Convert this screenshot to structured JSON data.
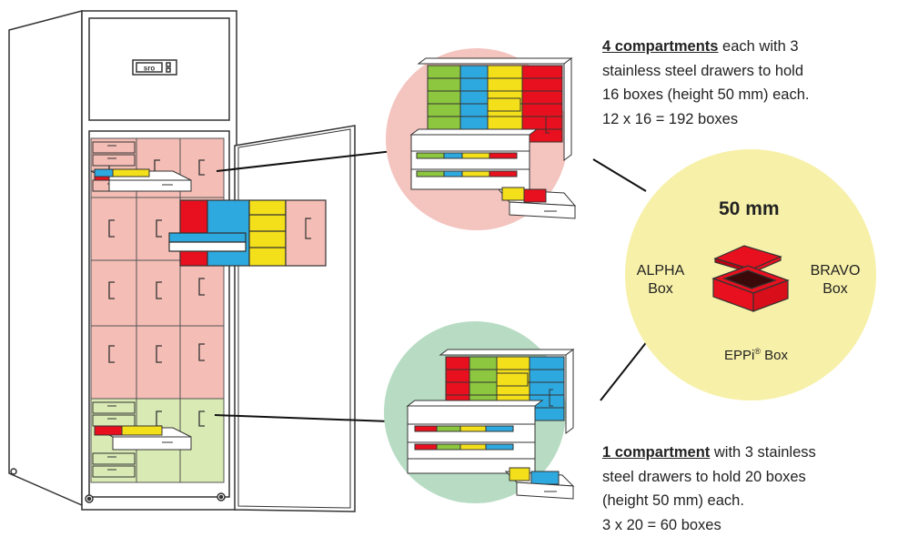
{
  "colors": {
    "pink": "#f4bdb5",
    "green": "#d9eab4",
    "pink_circle": "#f4c4bf",
    "green_circle": "#b7dcc3",
    "yellow_circle": "#f7f0a8",
    "red": "#e8101e",
    "blue": "#2ea9df",
    "yellow": "#f4e01a",
    "lime": "#8dc63f"
  },
  "freezer": {
    "display_icon_name": "freezer-display-icon"
  },
  "upper_text": {
    "heading": "4 compartments",
    "line1_rest": " each with 3",
    "line2": "stainless steel drawers to hold",
    "line3": "16 boxes (height 50 mm) each.",
    "line4": "12 x 16 = 192 boxes"
  },
  "lower_text": {
    "heading": "1 compartment",
    "line1_rest": " with 3 stainless",
    "line2": "steel drawers to hold 20 boxes",
    "line3": "(height 50 mm) each.",
    "line4": "3 x 20 = 60 boxes"
  },
  "box_circle": {
    "height_label": "50 mm",
    "alpha_line1": "ALPHA",
    "alpha_line2": "Box",
    "bravo_line1": "BRAVO",
    "bravo_line2": "Box",
    "eppi_label": "EPPi",
    "eppi_reg": "®",
    "eppi_suffix": " Box"
  }
}
